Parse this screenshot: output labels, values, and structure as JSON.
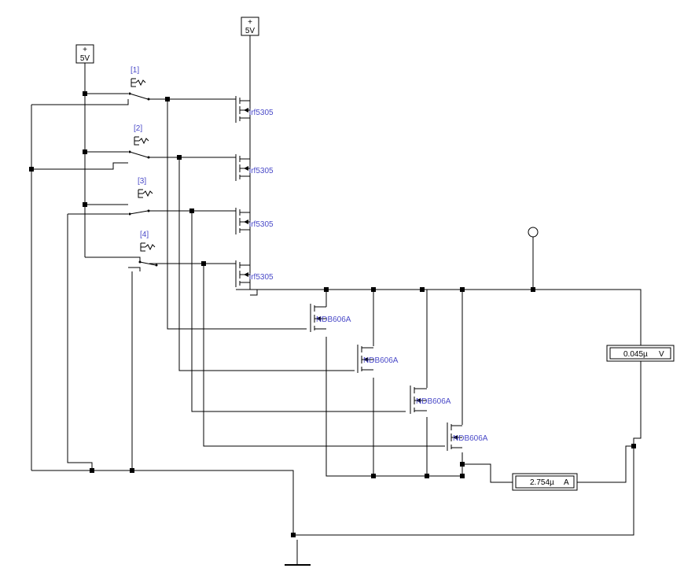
{
  "sources": [
    {
      "plus": "+",
      "value": "5V"
    },
    {
      "plus": "+",
      "value": "5V"
    }
  ],
  "switches": [
    {
      "label": "[1]"
    },
    {
      "label": "[2]"
    },
    {
      "label": "[3]"
    },
    {
      "label": "[4]"
    }
  ],
  "pmos": [
    {
      "part": "irf5305"
    },
    {
      "part": "irf5305"
    },
    {
      "part": "irf5305"
    },
    {
      "part": "irf5305"
    }
  ],
  "nmos": [
    {
      "part": "NDB606A"
    },
    {
      "part": "NDB606A"
    },
    {
      "part": "NDB606A"
    },
    {
      "part": "NDB606A"
    }
  ],
  "voltmeter": {
    "reading": "0.045µ",
    "unit": "V"
  },
  "ammeter": {
    "reading": "2.754µ",
    "unit": "A"
  },
  "colors": {
    "wire": "#000000",
    "label": "#4a4ac8",
    "background": "#ffffff"
  }
}
